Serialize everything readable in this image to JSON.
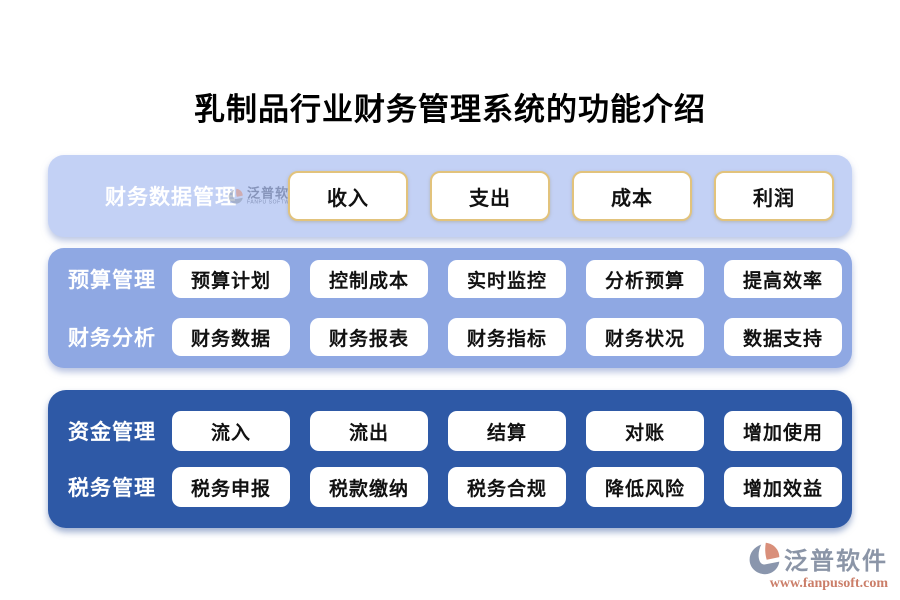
{
  "title": "乳制品行业财务管理系统的功能介绍",
  "watermark": {
    "name": "泛普软件",
    "sub": "FANPU SOFTWARE"
  },
  "bands": [
    {
      "theme": "band1",
      "rows": [
        {
          "key": "financial-data",
          "label": "财务数据管理",
          "buttons": [
            "收入",
            "支出",
            "成本",
            "利润"
          ]
        }
      ]
    },
    {
      "theme": "band2",
      "rows": [
        {
          "key": "budget",
          "label": "预算管理",
          "buttons": [
            "预算计划",
            "控制成本",
            "实时监控",
            "分析预算",
            "提高效率"
          ]
        },
        {
          "key": "analysis",
          "label": "财务分析",
          "buttons": [
            "财务数据",
            "财务报表",
            "财务指标",
            "财务状况",
            "数据支持"
          ]
        }
      ]
    },
    {
      "theme": "band3",
      "rows": [
        {
          "key": "fund",
          "label": "资金管理",
          "buttons": [
            "流入",
            "流出",
            "结算",
            "对账",
            "增加使用"
          ]
        },
        {
          "key": "tax",
          "label": "税务管理",
          "buttons": [
            "税务申报",
            "税款缴纳",
            "税务合规",
            "降低风险",
            "增加效益"
          ]
        }
      ]
    }
  ],
  "footer": {
    "brand": "泛普软件",
    "url": "www.fanpusoft.com"
  },
  "colors": {
    "band1": "#c3d1f5",
    "band2": "#8fa8e3",
    "band3": "#2e59a6",
    "gold": "#e2c37c",
    "brandGray": "#8b95a7",
    "brandSalmon": "#cb7e69",
    "logoGray": "#8a96ad",
    "logoSalmon": "#d98f7a"
  }
}
